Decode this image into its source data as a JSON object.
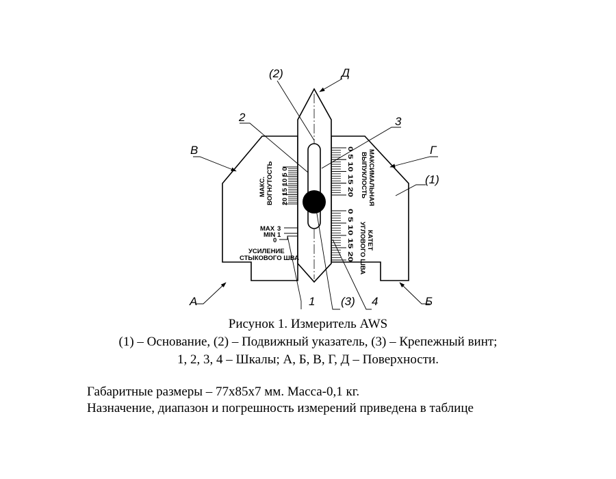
{
  "figure": {
    "labels": {
      "pointer": "(2)",
      "surface_d": "Д",
      "scale_2": "2",
      "scale_3": "3",
      "surface_v": "В",
      "surface_g": "Г",
      "base": "(1)",
      "surface_a": "А",
      "surface_b": "Б",
      "scale_1": "1",
      "screw": "(3)",
      "scale_4": "4"
    },
    "scales": {
      "concavity_title_1": "МАКС.",
      "concavity_title_2": "ВОГНУТОСТЬ",
      "concavity_ticks": [
        "20",
        "15",
        "10",
        "5",
        "0"
      ],
      "convexity_title_1": "МАКСИМАЛЬНАЯ",
      "convexity_title_2": "ВЫПУКЛОСТЬ",
      "convexity_ticks": [
        "0",
        "5",
        "10",
        "15",
        "20"
      ],
      "fillet_title_1": "КАТЕТ",
      "fillet_title_2": "УГЛОВОГО ШВА",
      "fillet_ticks": [
        "0",
        "5",
        "10",
        "15",
        "20"
      ],
      "reinforcement_max": "MAX",
      "reinforcement_max_value": "3",
      "reinforcement_min": "MIN",
      "reinforcement_min_value": "1",
      "reinforcement_zero": "0",
      "reinforcement_title_1": "УСИЛЕНИЕ",
      "reinforcement_title_2": "СТЫКОВОГО ШВА"
    }
  },
  "caption": {
    "line1": "Рисунок 1. Измеритель AWS",
    "line2": "(1) – Основание, (2) – Подвижный указатель, (3) – Крепежный винт;",
    "line3": "1, 2, 3, 4 – Шкалы; А, Б, В, Г, Д – Поверхности."
  },
  "body": {
    "line1": "Габаритные размеры – 77х85х7 мм. Масса-0,1 кг.",
    "line2": "Назначение, диапазон и погрешность измерений приведена в таблице"
  }
}
